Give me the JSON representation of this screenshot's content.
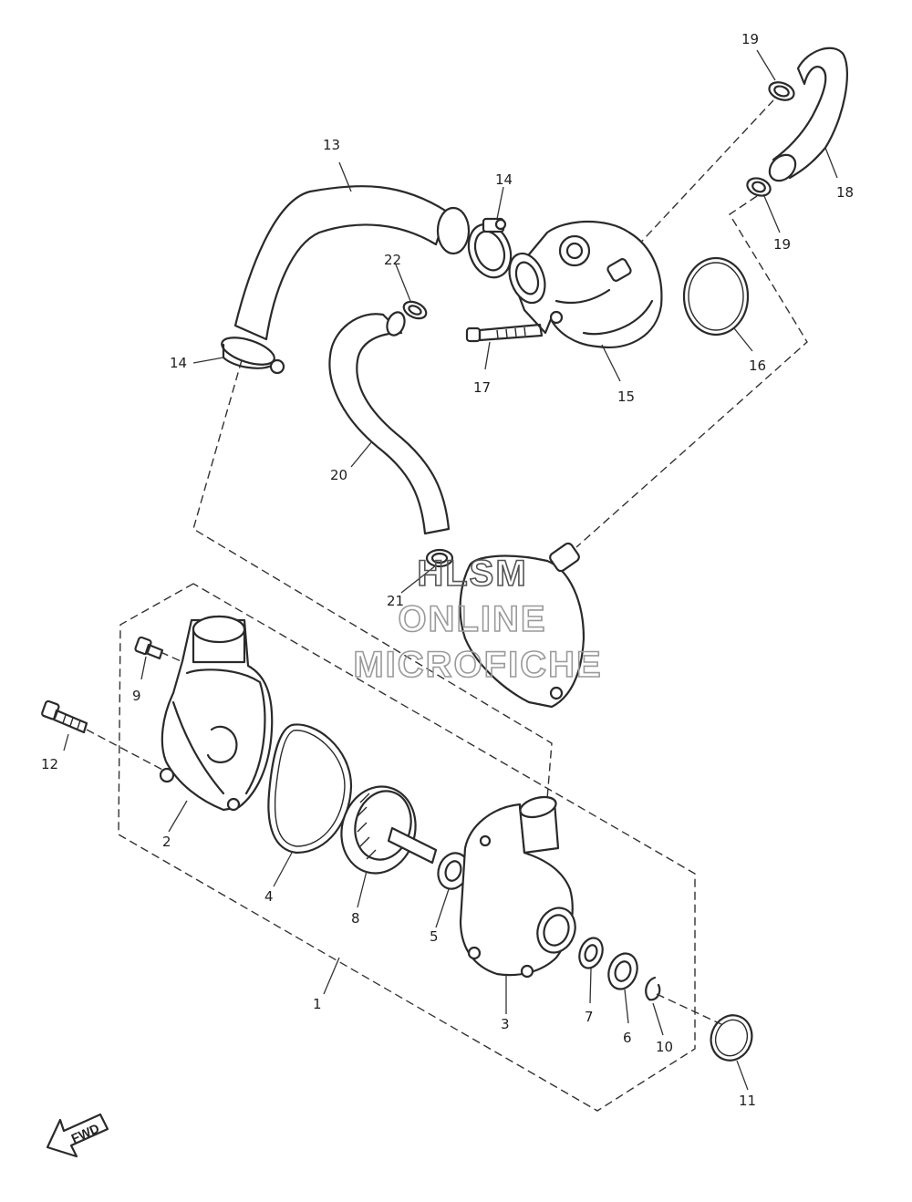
{
  "diagram": {
    "callouts": [
      "1",
      "2",
      "3",
      "4",
      "5",
      "6",
      "7",
      "8",
      "9",
      "10",
      "11",
      "12",
      "13",
      "14",
      "14",
      "15",
      "16",
      "17",
      "18",
      "19",
      "19",
      "20",
      "21",
      "22"
    ],
    "watermark": {
      "line1": "HLSM",
      "line2": "ONLINE",
      "line3": "MICROFICHE"
    },
    "direction_arrow": "FWD"
  }
}
